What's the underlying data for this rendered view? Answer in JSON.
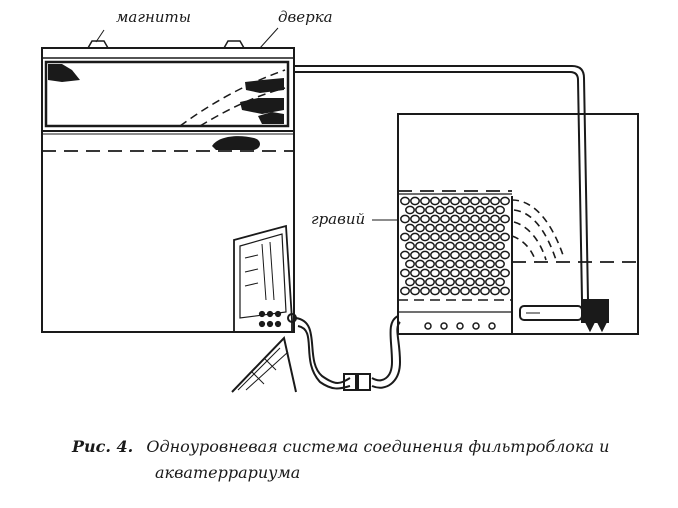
{
  "labels": {
    "magnets": "магниты",
    "door": "дверка",
    "gravel": "гравий"
  },
  "caption": {
    "number": "Рис. 4.",
    "line1": "Одноуровневая система соединения фильтроблока и",
    "line2": "акватеррариума"
  }
}
